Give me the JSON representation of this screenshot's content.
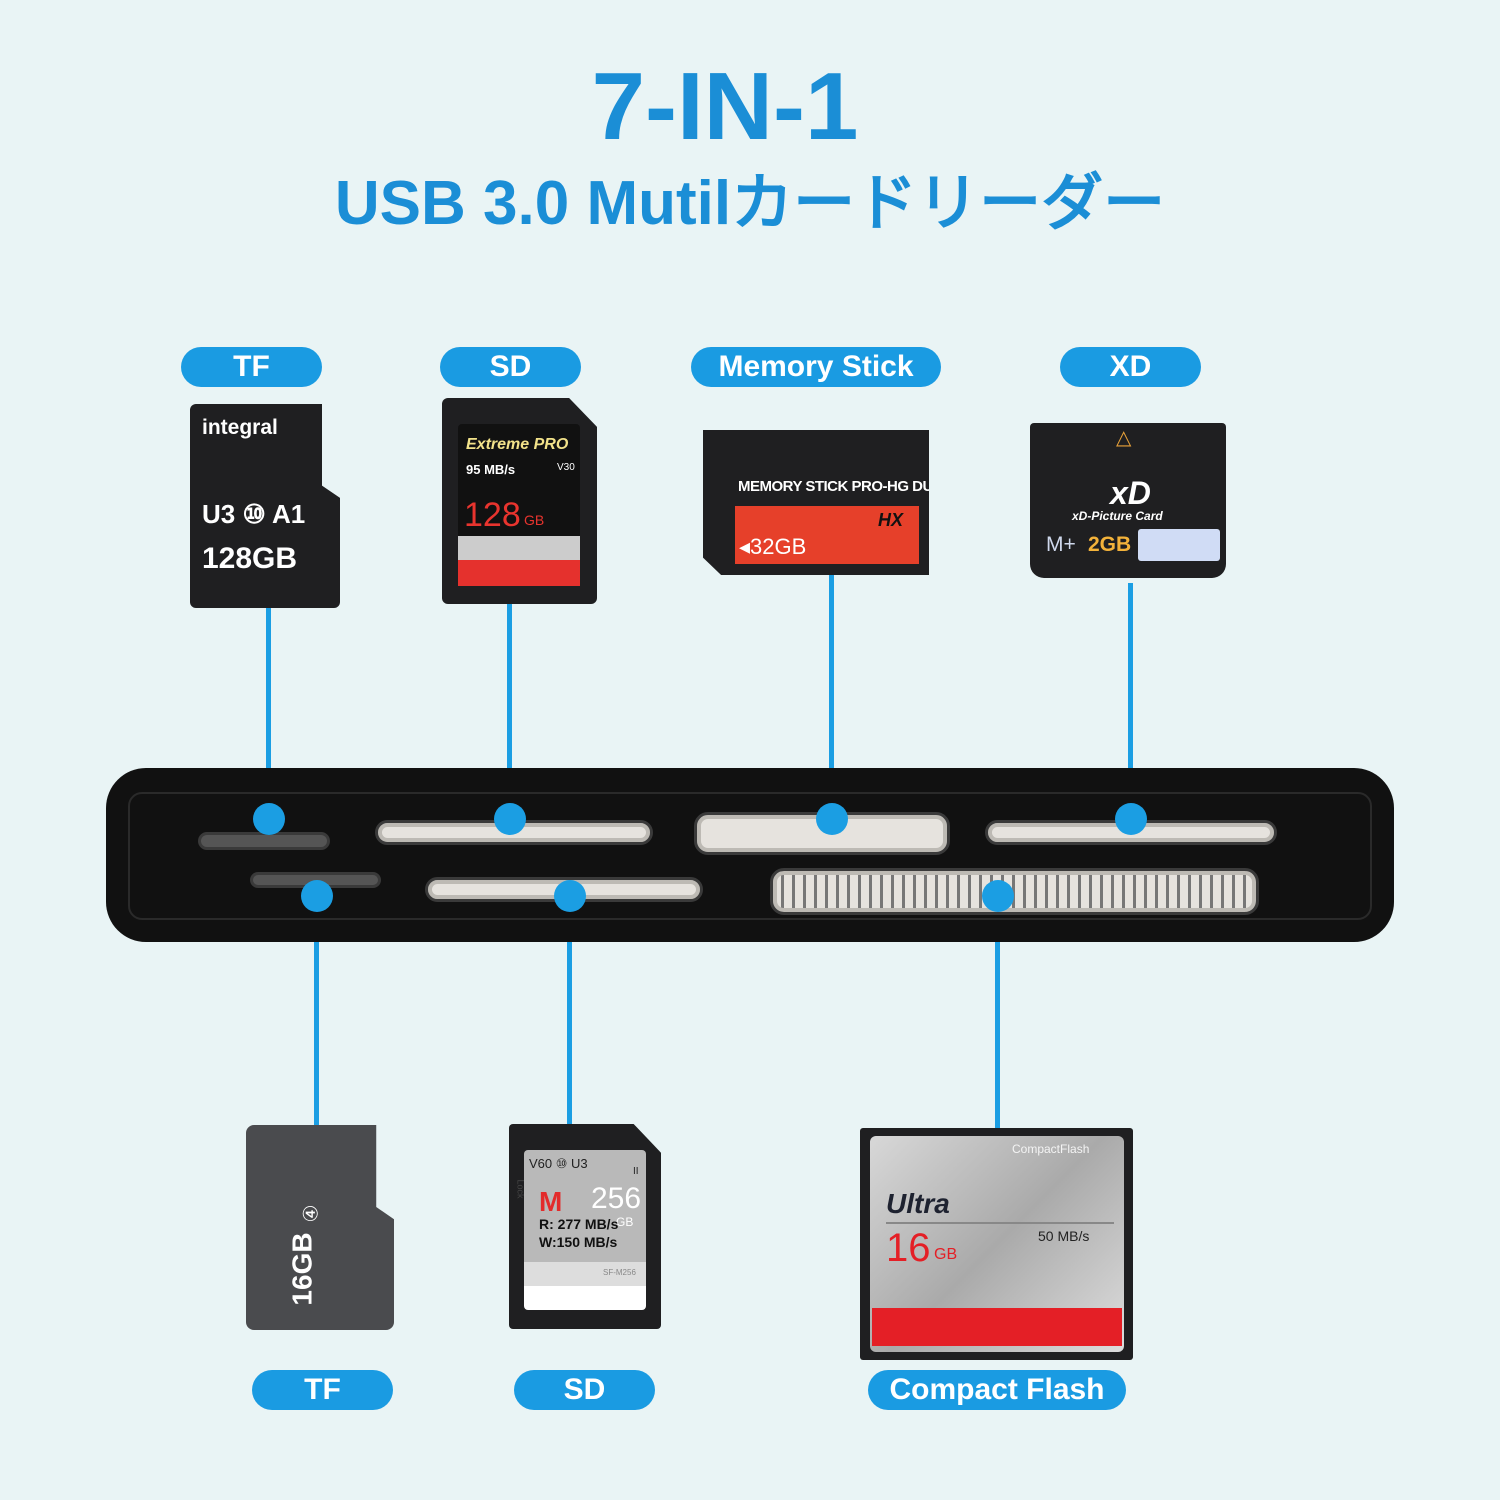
{
  "header": {
    "title": "7-IN-1",
    "subtitle": "USB 3.0 Mutilカードリーダー"
  },
  "top_labels": [
    "TF",
    "SD",
    "Memory Stick",
    "XD"
  ],
  "bottom_labels": [
    "TF",
    "SD",
    "Compact Flash"
  ],
  "cards": {
    "tf_top": {
      "brand": "integral",
      "marks": "U3 ⑩ A1",
      "capacity": "128GB"
    },
    "sd_top": {
      "series": "Extreme PRO",
      "speed": "95 MB/s",
      "class": "V30",
      "capacity": "128",
      "unit": "GB"
    },
    "memory_stick": {
      "name": "MEMORY STICK PRO-HG DUO",
      "tag": "HX",
      "capacity": "◂32GB"
    },
    "xd": {
      "logo": "xD",
      "name": "xD-Picture Card",
      "type": "M+",
      "capacity": "2GB"
    },
    "tf_bottom": {
      "capacity": "16GB",
      "class": "④"
    },
    "sd_bottom": {
      "marks": "V60 ⑩ U3",
      "grade": "II",
      "lock": "Lock",
      "brand": "M",
      "capacity": "256",
      "unit": "GB",
      "read": "R: 277 MB/s",
      "write": "W:150 MB/s",
      "model": "SF-M256"
    },
    "cf": {
      "brand": "CompactFlash",
      "series": "Ultra",
      "capacity": "16",
      "unit": "GB",
      "speed": "50 MB/s"
    }
  },
  "colors": {
    "accent": "#1b9ee3",
    "title": "#1b8ed6",
    "background": "#e9f4f5"
  }
}
